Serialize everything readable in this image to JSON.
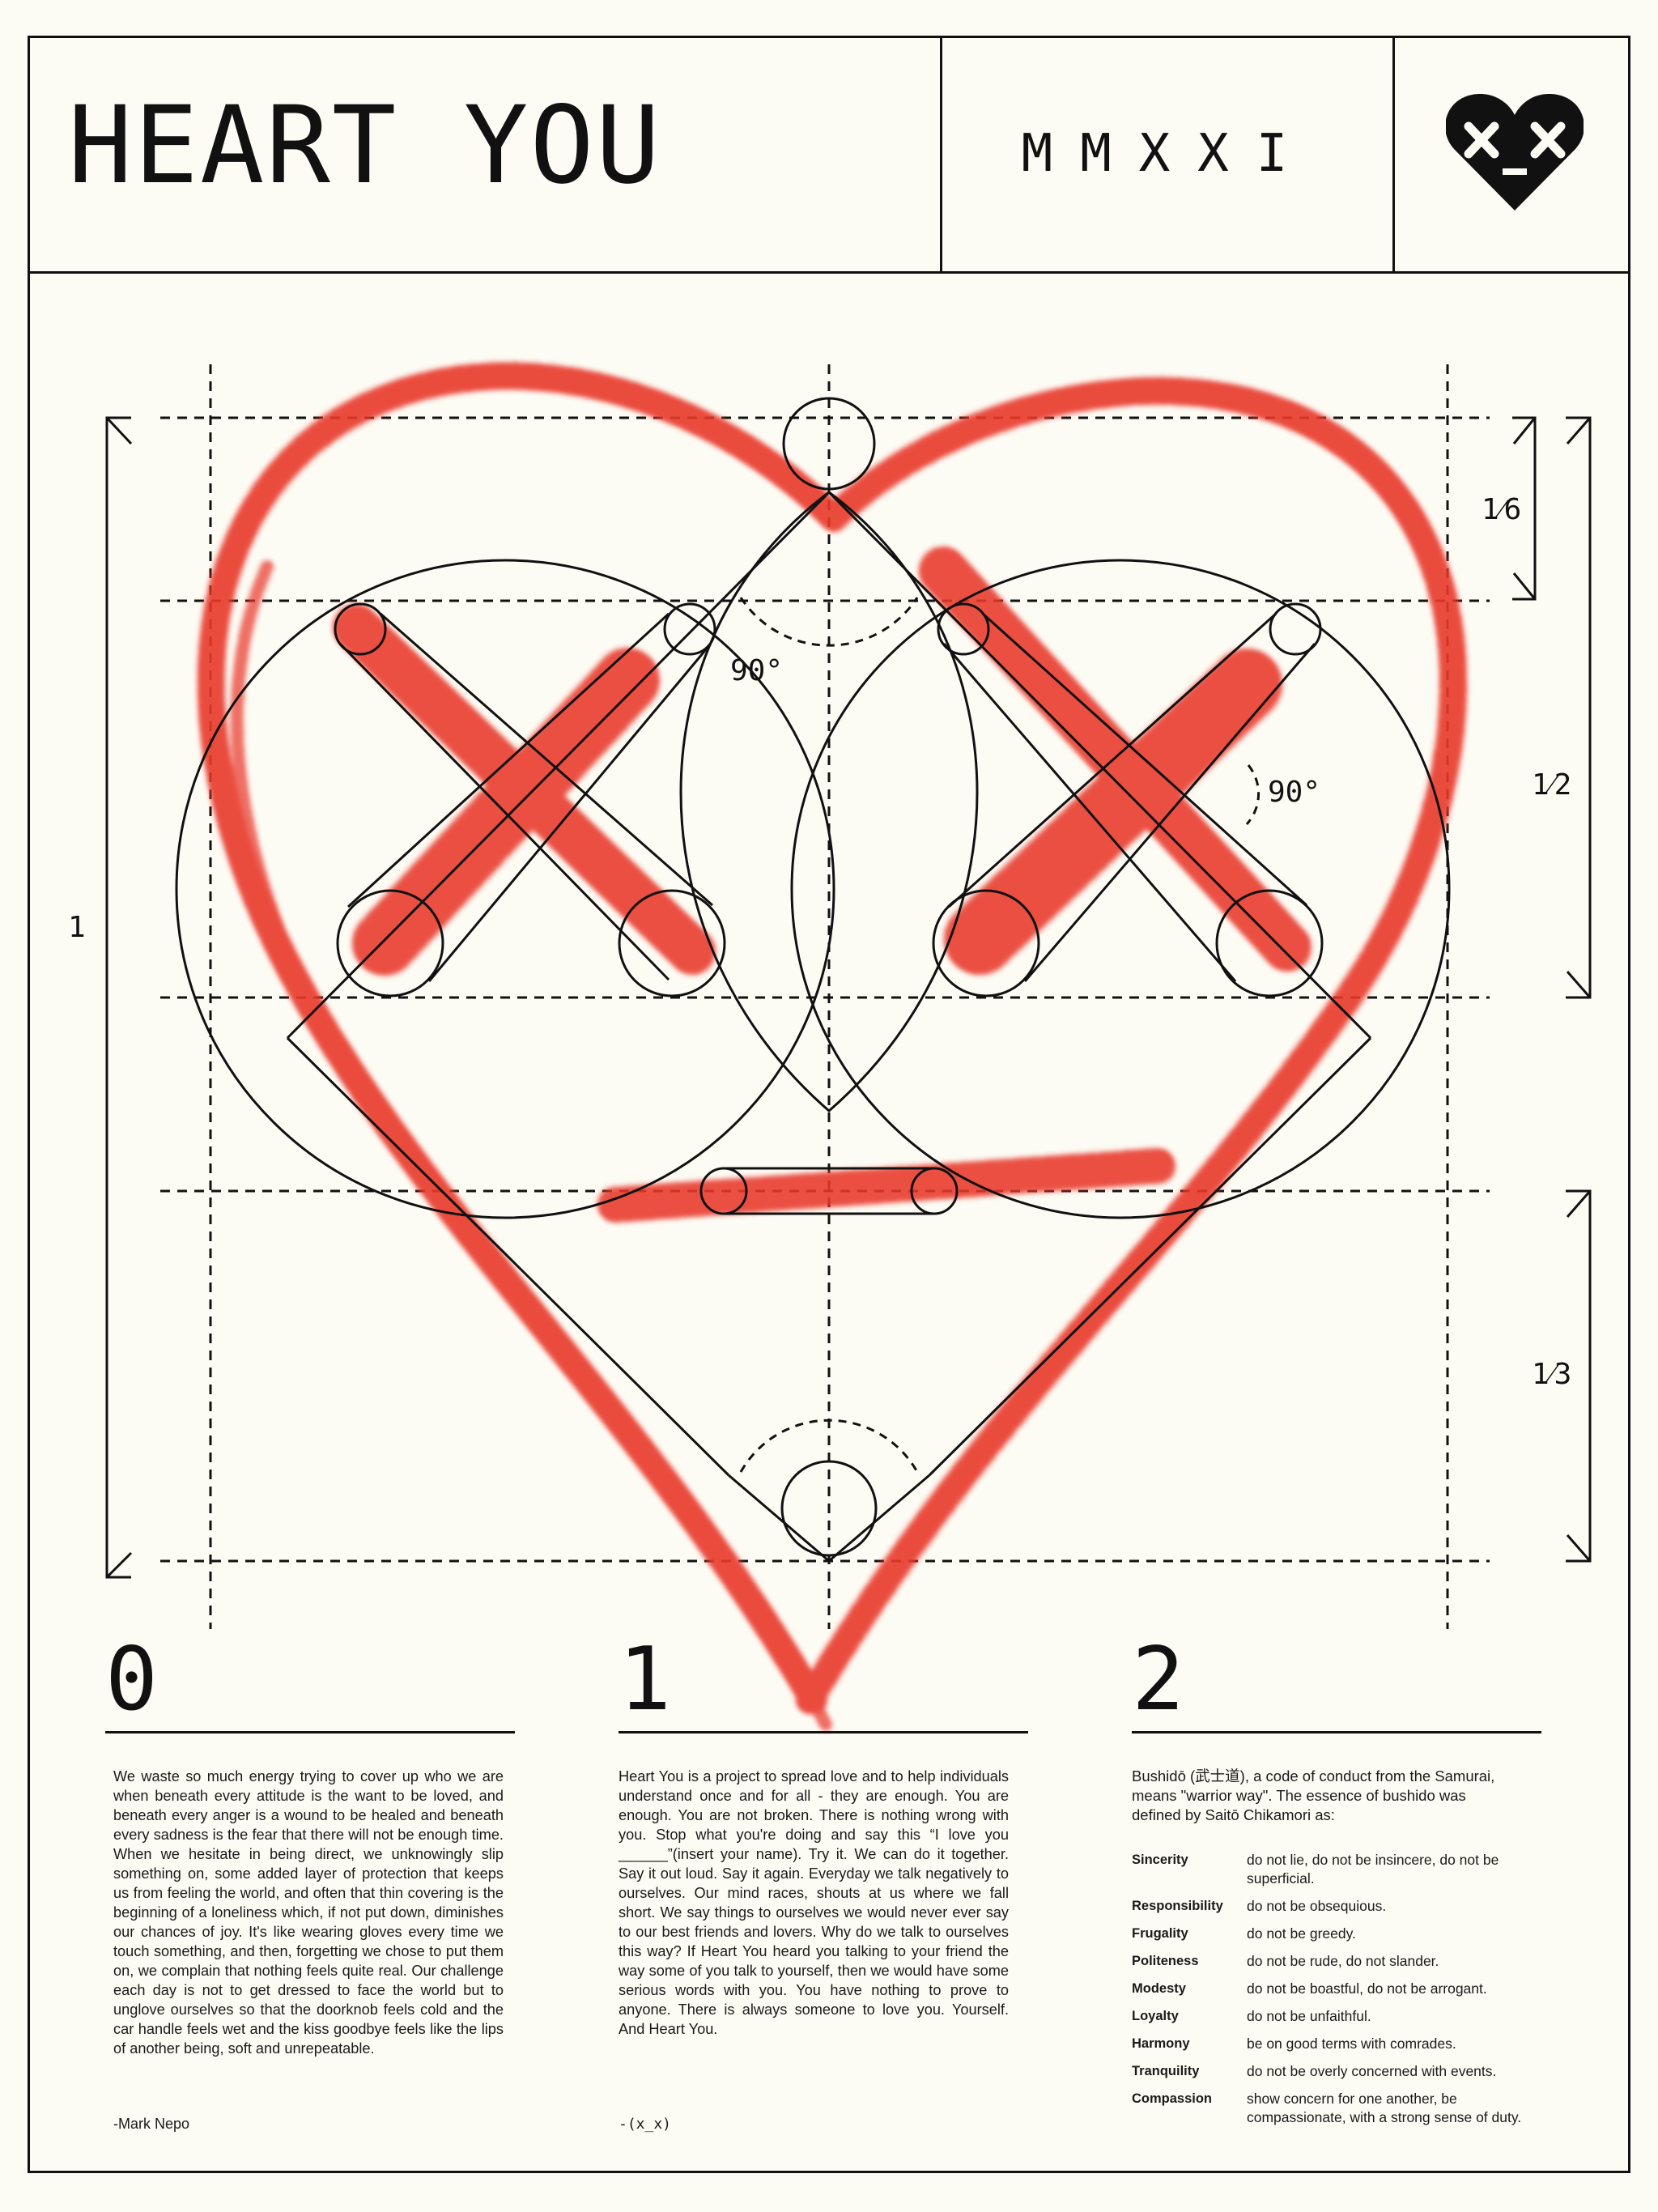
{
  "header": {
    "title": "HEART YOU",
    "year": "MMXXI",
    "logo_icon": "dead-heart-icon"
  },
  "colors": {
    "background": "#fcfbf4",
    "ink": "#111111",
    "accent_red": "#e8382c"
  },
  "diagram": {
    "angle_labels": [
      "90°",
      "90°"
    ],
    "scale_total": "1",
    "scale_top": "1⁄6",
    "scale_middle": "1⁄2",
    "scale_bottom": "1⁄3"
  },
  "columns": [
    {
      "number": "0",
      "text": "We waste so much energy trying to cover up who we are when beneath every attitude is the want to be loved, and beneath every anger is a wound to be healed and beneath every sadness is the fear that there will not be enough time. When we hesitate in being direct, we unknowingly slip something on, some added layer of protection that keeps us from feeling the world, and often that thin covering is the beginning of a loneliness which, if not put down, diminishes our chances of joy. It's like wearing gloves every time we touch something, and then, forgetting we chose to put them on, we complain that nothing feels quite real. Our challenge each day is not to get dressed to face the world but to unglove ourselves so that the doorknob feels cold and the car handle feels wet and the kiss goodbye feels like the lips of another being, soft and unrepeatable.",
      "signature": "-Mark Nepo"
    },
    {
      "number": "1",
      "text": "Heart You is a project to spread love and to help individuals understand once and for all - they are enough. You are enough. You are not broken. There is nothing wrong with you. Stop what you're doing and say this “I love you ______”(insert your name). Try it. We can do it together. Say it out loud. Say it again. Everyday we talk negatively to ourselves. Our mind races, shouts at us where we fall short. We say things to ourselves we would never ever say to our best friends and lovers. Why do we talk to ourselves this way? If Heart You heard you talking to your friend the way some of you talk to yourself, then we would have some serious words with you. You have nothing to prove to anyone. There is always someone to love you. Yourself. And Heart You.",
      "signature": "-(x_x)"
    },
    {
      "number": "2",
      "intro": "Bushidō (武士道), a code of conduct from the Samurai, means \"warrior way\". The essence of bushido was defined by Saitō Chikamori as:",
      "virtues": [
        {
          "name": "Sincerity",
          "desc": "do not lie, do not be insincere, do not be superficial."
        },
        {
          "name": "Responsibility",
          "desc": "do not be obsequious."
        },
        {
          "name": "Frugality",
          "desc": "do not be greedy."
        },
        {
          "name": "Politeness",
          "desc": "do not be rude, do not slander."
        },
        {
          "name": "Modesty",
          "desc": "do not be boastful, do not be arrogant."
        },
        {
          "name": "Loyalty",
          "desc": "do not be unfaithful."
        },
        {
          "name": "Harmony",
          "desc": "be on good terms with comrades."
        },
        {
          "name": "Tranquility",
          "desc": "do not be overly concerned with events."
        },
        {
          "name": "Compassion",
          "desc": "show concern for one another, be compassionate, with a strong sense of duty."
        }
      ]
    }
  ]
}
